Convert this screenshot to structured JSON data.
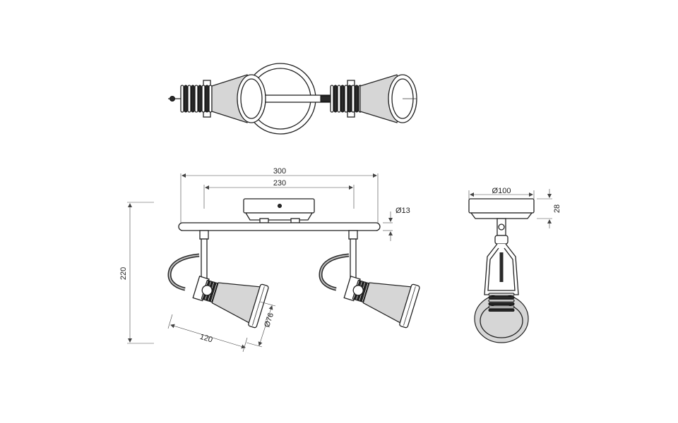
{
  "dimensions": {
    "overall_width": "300",
    "mount_spacing": "230",
    "tube_diameter": "Ø13",
    "height": "220",
    "shade_diameter": "Ø76",
    "spot_length": "120",
    "base_diameter": "Ø100",
    "base_height": "28"
  }
}
